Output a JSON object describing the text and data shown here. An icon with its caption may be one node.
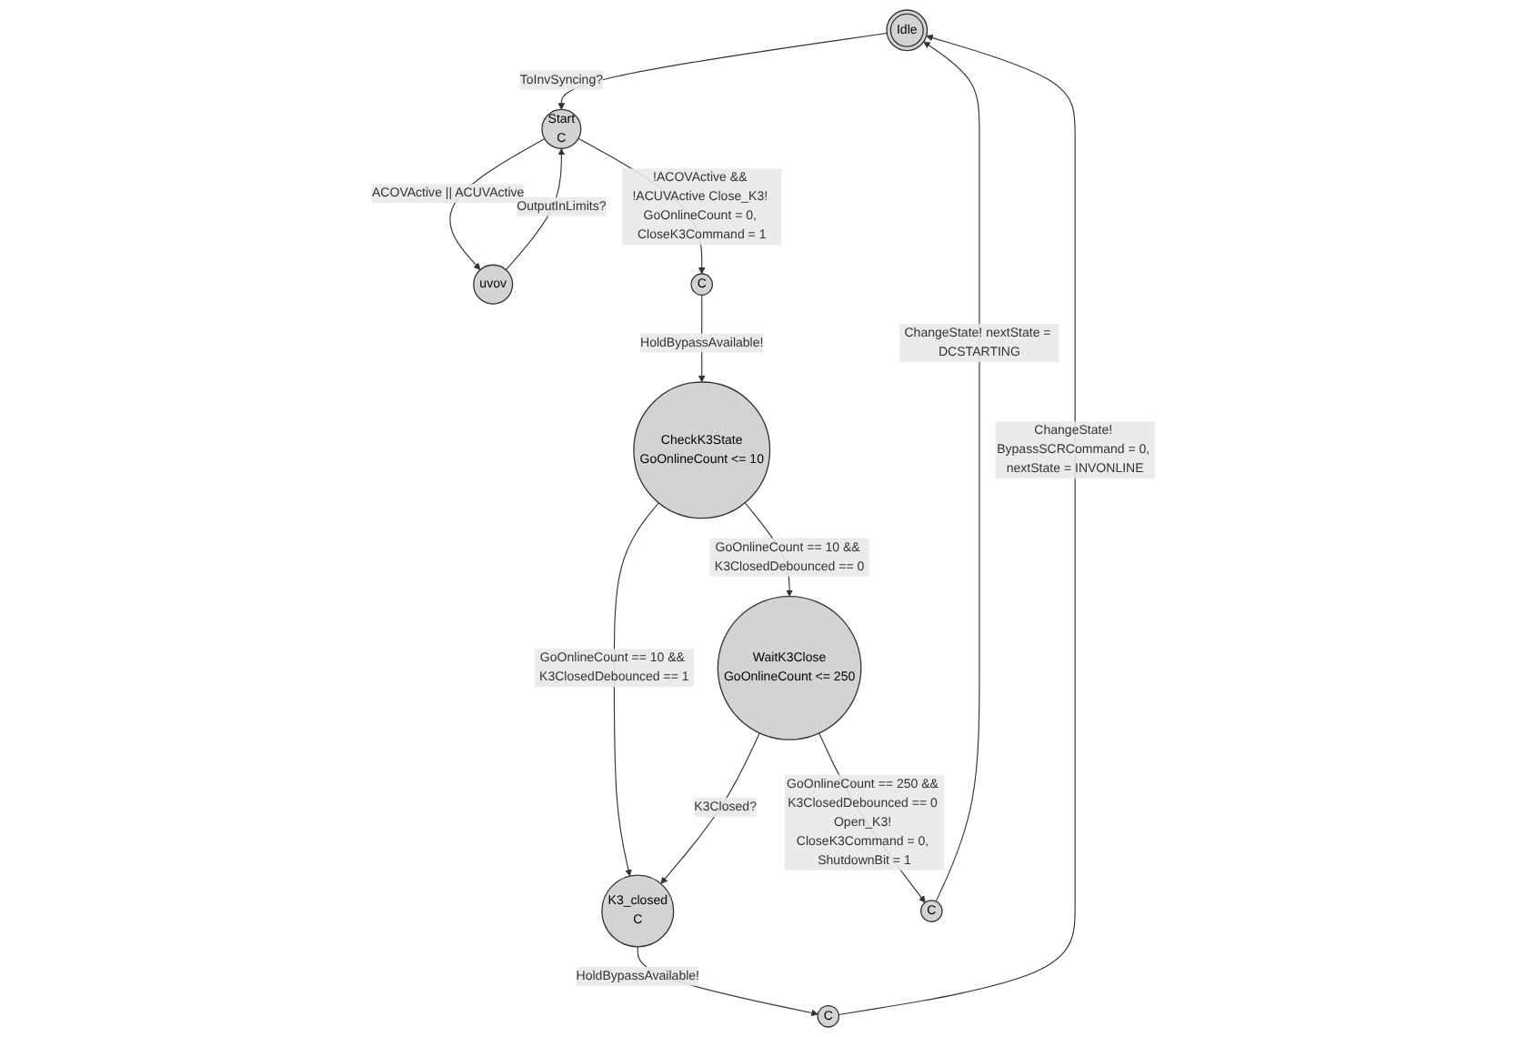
{
  "diagram": {
    "nodes": [
      {
        "text": [
          "Idle"
        ]
      },
      {
        "text": [
          "Start",
          "C"
        ]
      },
      {
        "text": [
          "uvov"
        ]
      },
      {
        "text": [
          "C"
        ]
      },
      {
        "text": [
          "CheckK3State",
          "GoOnlineCount <= 10"
        ]
      },
      {
        "text": [
          "WaitK3Close",
          "GoOnlineCount <= 250"
        ]
      },
      {
        "text": [
          "K3_closed",
          "C"
        ]
      },
      {
        "text": [
          "C"
        ]
      },
      {
        "text": [
          "C"
        ]
      }
    ],
    "edges": [
      {
        "from": 0,
        "to": 1,
        "arrow": "to",
        "label": "ToInvSyncing?"
      },
      {
        "from": 1,
        "to": 2,
        "arrow": "to",
        "label": "ACOVActive || ACUVActive"
      },
      {
        "from": 2,
        "to": 1,
        "arrow": "to",
        "label": "OutputInLimits?"
      },
      {
        "from": 1,
        "to": 3,
        "arrow": "to",
        "label": "!ACOVActive && !ACUVActive Close_K3! GoOnlineCount = 0, CloseK3Command = 1"
      },
      {
        "from": 3,
        "to": 4,
        "arrow": "to",
        "label": "HoldBypassAvailable!"
      },
      {
        "from": 4,
        "to": 6,
        "arrow": "to",
        "label": "GoOnlineCount == 10 && K3ClosedDebounced == 1"
      },
      {
        "from": 4,
        "to": 5,
        "arrow": "to",
        "label": "GoOnlineCount == 10 && K3ClosedDebounced == 0"
      },
      {
        "from": 5,
        "to": 6,
        "arrow": "to",
        "label": "K3Closed?"
      },
      {
        "from": 6,
        "to": 7,
        "arrow": "to",
        "label": "HoldBypassAvailable!"
      },
      {
        "from": 7,
        "to": 0,
        "arrow": "to",
        "label": "ChangeState! BypassSCRCommand = 0, nextState = INVONLINE"
      },
      {
        "from": 5,
        "to": 8,
        "arrow": "to",
        "label": "GoOnlineCount == 250 && K3ClosedDebounced == 0 Open_K3! CloseK3Command = 0, ShutdownBit = 1"
      },
      {
        "from": 8,
        "to": 0,
        "arrow": "to",
        "label": "ChangeState! nextState = DCSTARTING"
      }
    ]
  }
}
